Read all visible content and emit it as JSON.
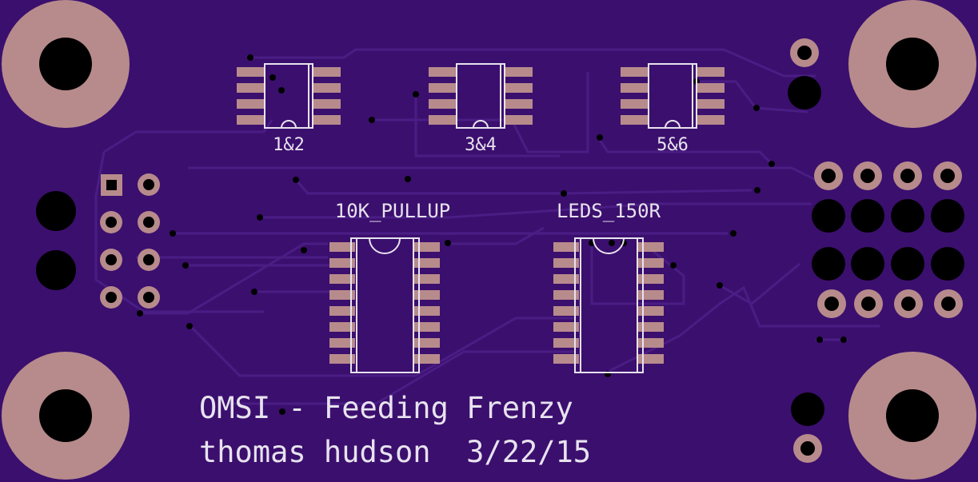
{
  "colors": {
    "board": "#3b0f6e",
    "trace": "#4a1d84",
    "pad": "#b78b8b",
    "drill": "#000000",
    "silkscreen": "#e7e3ee"
  },
  "board": {
    "title_line": "OMSI - Feeding Frenzy",
    "author_line": "thomas hudson  3/22/15"
  },
  "labels": {
    "ic1": "1&2",
    "ic2": "3&4",
    "ic3": "5&6",
    "pullup": "10K_PULLUP",
    "leds": "LEDS_150R"
  }
}
